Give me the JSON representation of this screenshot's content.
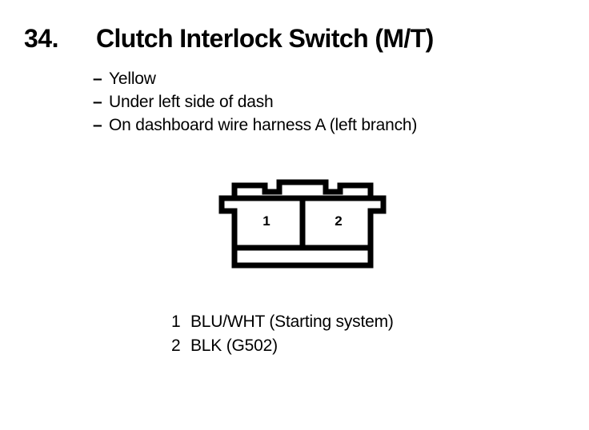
{
  "page": {
    "background_color": "#ffffff",
    "ink_color": "#000000"
  },
  "header": {
    "item_number": "34.",
    "title": "Clutch Interlock Switch (M/T)"
  },
  "bullets": {
    "marker": "–",
    "items": [
      {
        "text": "Yellow"
      },
      {
        "text": "Under left side of dash"
      },
      {
        "text": "On dashboard wire harness A (left branch)"
      }
    ]
  },
  "connector": {
    "cavity_count": 2,
    "pins": [
      {
        "number": "1"
      },
      {
        "number": "2"
      }
    ]
  },
  "legend": {
    "rows": [
      {
        "number": "1",
        "description": "BLU/WHT (Starting system)"
      },
      {
        "number": "2",
        "description": "BLK (G502)"
      }
    ]
  }
}
